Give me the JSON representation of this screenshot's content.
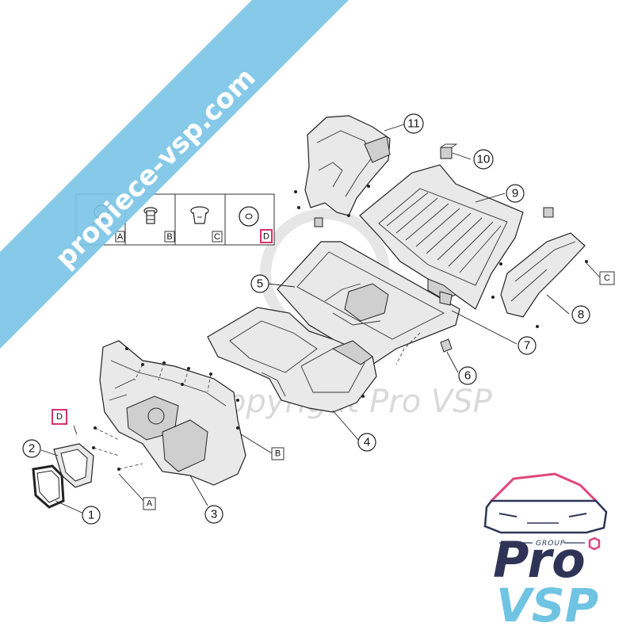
{
  "watermark": {
    "site": "propiece-vsp.com",
    "faint": "Copyright Pro VSP",
    "banner_color": "#7cc4e6"
  },
  "legend": {
    "cells": [
      {
        "letter": "A",
        "icon": "clip-a-icon"
      },
      {
        "letter": "B",
        "icon": "push-pin-icon"
      },
      {
        "letter": "C",
        "icon": "clip-c-icon"
      },
      {
        "letter": "D",
        "icon": "washer-icon",
        "highlighted": true
      }
    ]
  },
  "callouts": [
    {
      "id": "1"
    },
    {
      "id": "2"
    },
    {
      "id": "3"
    },
    {
      "id": "4"
    },
    {
      "id": "5"
    },
    {
      "id": "6"
    },
    {
      "id": "7"
    },
    {
      "id": "8"
    },
    {
      "id": "9"
    },
    {
      "id": "10"
    },
    {
      "id": "11"
    }
  ],
  "fastener_labels": [
    {
      "letter": "D",
      "highlighted": true
    },
    {
      "letter": "B"
    },
    {
      "letter": "A"
    },
    {
      "letter": "C"
    }
  ],
  "logo": {
    "group": "GROUP",
    "pro": "Pro",
    "vsp": "VSP",
    "accent": "#e0457b",
    "navy": "#2f3457",
    "light_blue": "#6fc3e3"
  },
  "highlight_color": "#d6336c"
}
